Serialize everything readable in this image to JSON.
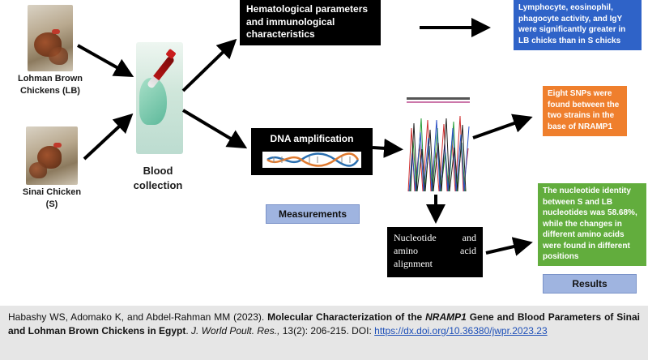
{
  "chickens": {
    "lb_label": "Lohman Brown\nChickens (LB)",
    "s_label": "Sinai Chicken\n(S)"
  },
  "blood": {
    "label": "Blood\ncollection"
  },
  "boxes": {
    "hematological": "Hematological parameters\nand immunological\ncharacteristics",
    "dna": "DNA amplification",
    "nucleotide": "Nucleotide and amino acid alignment"
  },
  "results": {
    "blue": "Lymphocyte, eosinophil, phagocyte activity, and IgY were significantly greater in LB chicks than in S chicks",
    "orange": "Eight SNPs were found between the two strains in the base of NRAMP1",
    "green": "The nucleotide identity between S and LB nucleotides was 58.68%, while the changes in different amino acids were found in different positions"
  },
  "tags": {
    "measurements": "Measurements",
    "results": "Results"
  },
  "citation": {
    "authors": "Habashy WS, Adomako K, and Abdel-Rahman MM (2023). ",
    "title_a": "Molecular Characterization of the ",
    "title_gene": "NRAMP1",
    "title_b": " Gene and Blood Parameters of Sinai and Lohman Brown Chickens in Egypt",
    "dot": ". ",
    "journal": "J. World Poult. Res.,",
    "volume": " 13(2): 206-215. DOI: ",
    "doi": "https://dx.doi.org/10.36380/jwpr.2023.23"
  },
  "colors": {
    "blue": "#2f63c8",
    "orange": "#ef7f2d",
    "green": "#62ad3d",
    "tag": "#9fb4e0"
  }
}
